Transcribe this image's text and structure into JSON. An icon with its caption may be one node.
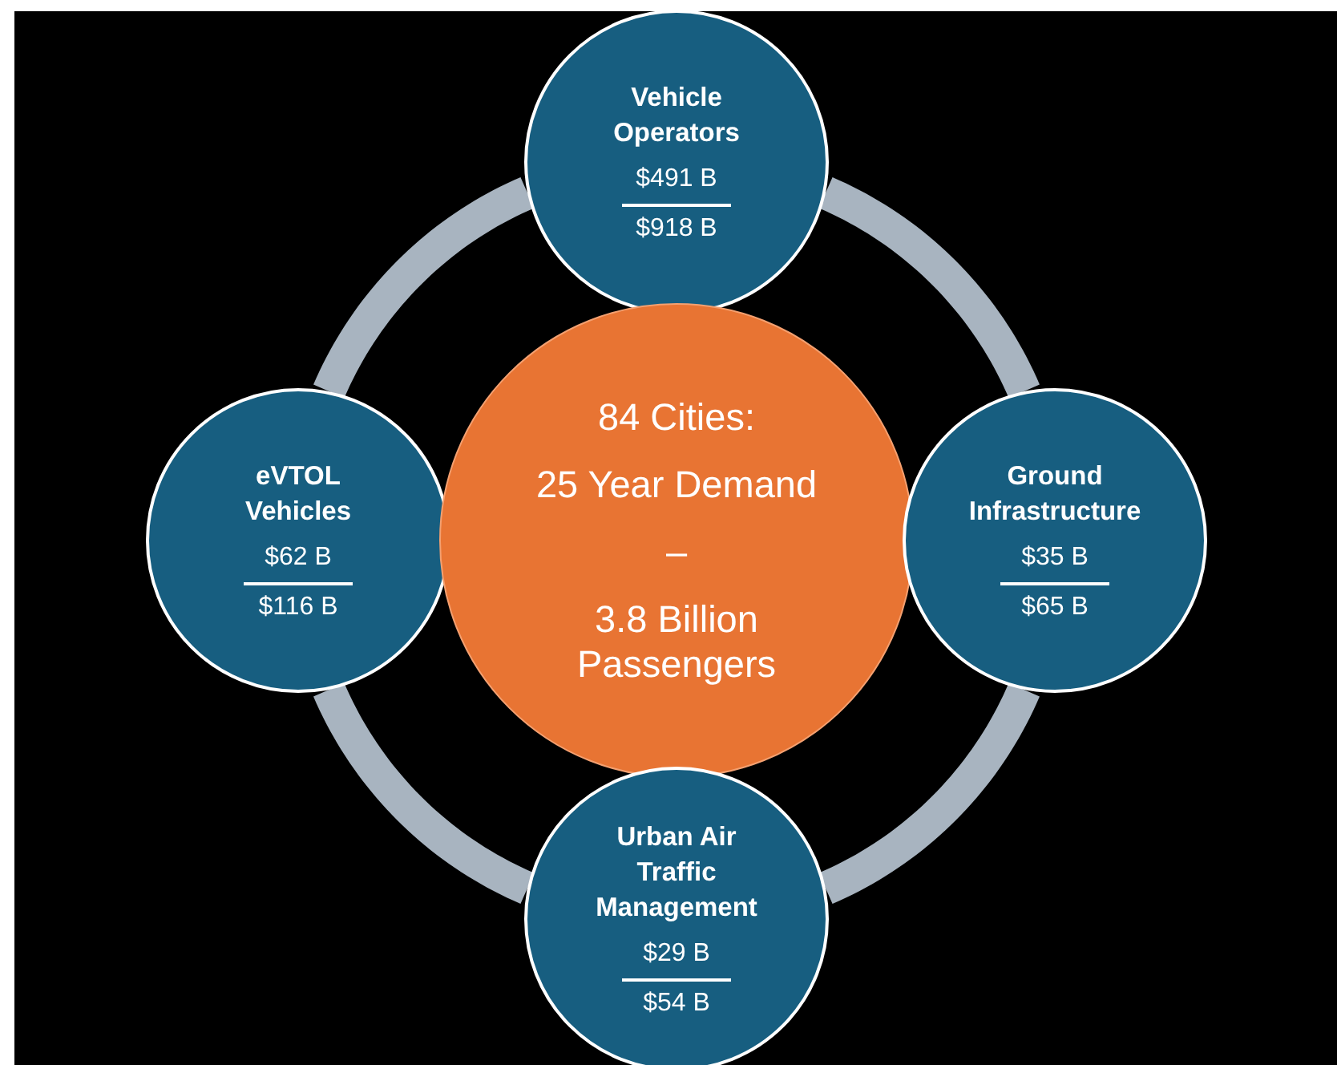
{
  "diagram": {
    "nodes": [
      {
        "text": [
          "Vehicle Operators",
          "$491 B",
          "$918 B"
        ]
      },
      {
        "text": [
          "eVTOL Vehicles",
          "$62 B",
          "$116 B"
        ]
      },
      {
        "text": [
          "84 Cities:",
          "25 Year Demand",
          "–",
          "3.8 Billion Passengers"
        ]
      },
      {
        "text": [
          "Ground Infrastructure",
          "$35 B",
          "$65 B"
        ]
      },
      {
        "text": [
          "Urban Air Traffic Management",
          "$29 B",
          "$54 B"
        ]
      }
    ],
    "edges": [
      {
        "from": 0,
        "to": 3,
        "arrow": "none"
      },
      {
        "from": 3,
        "to": 4,
        "arrow": "none"
      },
      {
        "from": 4,
        "to": 1,
        "arrow": "none"
      },
      {
        "from": 1,
        "to": 0,
        "arrow": "none"
      }
    ]
  }
}
